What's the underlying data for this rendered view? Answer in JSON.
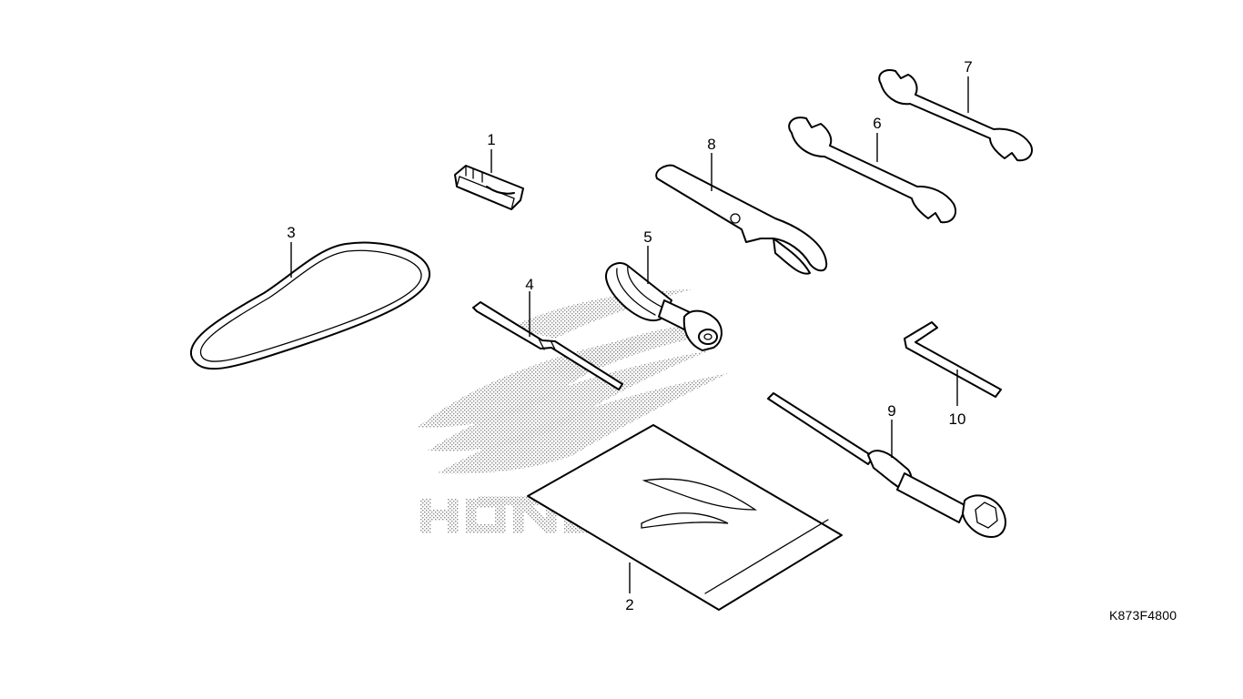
{
  "diagram": {
    "drawing_code": "K873F4800",
    "watermark": "HONDA",
    "parts": [
      {
        "ref": "1",
        "name": "fuse-puller"
      },
      {
        "ref": "2",
        "name": "tool-bag"
      },
      {
        "ref": "3",
        "name": "rubber-band"
      },
      {
        "ref": "4",
        "name": "screwdriver-bit"
      },
      {
        "ref": "5",
        "name": "screwdriver-grip"
      },
      {
        "ref": "6",
        "name": "open-end-wrench-large"
      },
      {
        "ref": "7",
        "name": "open-end-wrench-small"
      },
      {
        "ref": "8",
        "name": "pin-spanner"
      },
      {
        "ref": "9",
        "name": "spark-plug-wrench"
      },
      {
        "ref": "10",
        "name": "hex-key"
      }
    ]
  }
}
